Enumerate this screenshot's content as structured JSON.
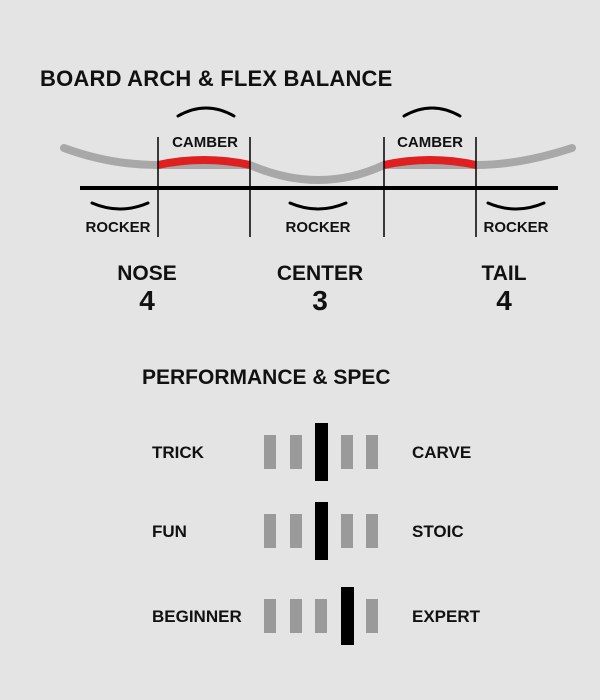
{
  "header": {
    "title": "BOARD ARCH & FLEX BALANCE"
  },
  "profile": {
    "camber_label": "CAMBER",
    "rocker_label": "ROCKER",
    "colors": {
      "camber": "#e02020",
      "board": "#a8a8a8",
      "base": "#000000",
      "divider": "#000000"
    }
  },
  "flex": [
    {
      "label": "NOSE",
      "value": "4"
    },
    {
      "label": "CENTER",
      "value": "3"
    },
    {
      "label": "TAIL",
      "value": "4"
    }
  ],
  "performance": {
    "title": "PERFORMANCE & SPEC",
    "scale_steps": 5,
    "rows": [
      {
        "left": "TRICK",
        "right": "CARVE",
        "position": 3
      },
      {
        "left": "FUN",
        "right": "STOIC",
        "position": 3
      },
      {
        "left": "BEGINNER",
        "right": "EXPERT",
        "position": 4
      }
    ],
    "colors": {
      "segment": "#9a9a9a",
      "marker": "#000000"
    }
  }
}
